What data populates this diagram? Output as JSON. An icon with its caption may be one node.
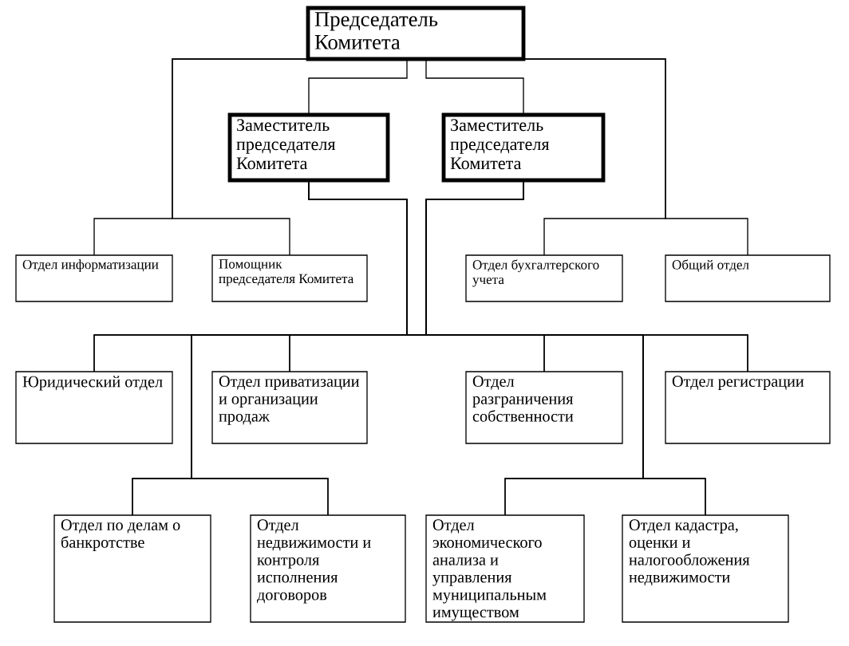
{
  "diagram": {
    "nodes": [
      {
        "text": [
          "Председатель Комитета"
        ]
      },
      {
        "text": [
          "Заместитель председателя Комитета"
        ]
      },
      {
        "text": [
          "Заместитель председателя Комитета"
        ]
      },
      {
        "text": [
          "Отдел информатизации"
        ]
      },
      {
        "text": [
          "Помощник председателя Комитета"
        ]
      },
      {
        "text": [
          "Отдел бухгалтерского учета"
        ]
      },
      {
        "text": [
          "Общий отдел"
        ]
      },
      {
        "text": [
          "Юридический отдел"
        ]
      },
      {
        "text": [
          "Отдел приватизации и организации продаж"
        ]
      },
      {
        "text": [
          "Отдел разграничения собственности"
        ]
      },
      {
        "text": [
          "Отдел регистрации"
        ]
      },
      {
        "text": [
          "Отдел по делам о банкротстве"
        ]
      },
      {
        "text": [
          "Отдел недвижимости и контроля исполнения договоров"
        ]
      },
      {
        "text": [
          "Отдел экономического анализа и управления муниципальным имуществом"
        ]
      },
      {
        "text": [
          "Отдел кадастра, оценки и налогообложения недвижимости"
        ]
      }
    ],
    "edges": [
      {
        "from": 0,
        "to": 1,
        "arrow": "none"
      },
      {
        "from": 0,
        "to": 2,
        "arrow": "none"
      },
      {
        "from": 0,
        "to": 3,
        "arrow": "none"
      },
      {
        "from": 0,
        "to": 4,
        "arrow": "none"
      },
      {
        "from": 0,
        "to": 5,
        "arrow": "none"
      },
      {
        "from": 0,
        "to": 6,
        "arrow": "none"
      },
      {
        "from": 1,
        "to": 7,
        "arrow": "none"
      },
      {
        "from": 1,
        "to": 8,
        "arrow": "none"
      },
      {
        "from": 1,
        "to": 9,
        "arrow": "none"
      },
      {
        "from": 1,
        "to": 10,
        "arrow": "none"
      },
      {
        "from": 1,
        "to": 11,
        "arrow": "none"
      },
      {
        "from": 1,
        "to": 12,
        "arrow": "none"
      },
      {
        "from": 1,
        "to": 13,
        "arrow": "none"
      },
      {
        "from": 1,
        "to": 14,
        "arrow": "none"
      },
      {
        "from": 2,
        "to": 7,
        "arrow": "none"
      },
      {
        "from": 2,
        "to": 8,
        "arrow": "none"
      },
      {
        "from": 2,
        "to": 9,
        "arrow": "none"
      },
      {
        "from": 2,
        "to": 10,
        "arrow": "none"
      },
      {
        "from": 2,
        "to": 11,
        "arrow": "none"
      },
      {
        "from": 2,
        "to": 12,
        "arrow": "none"
      },
      {
        "from": 2,
        "to": 13,
        "arrow": "none"
      },
      {
        "from": 2,
        "to": 14,
        "arrow": "none"
      }
    ]
  }
}
